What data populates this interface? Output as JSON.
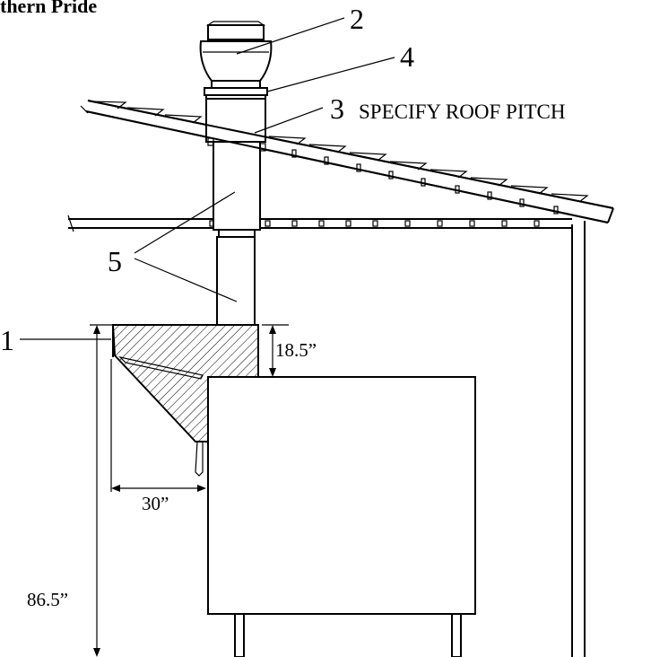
{
  "title": "thern Pride",
  "callouts": {
    "hood": "1",
    "cap": "2",
    "flashing": "3",
    "flashing_note": "SPECIFY ROOF PITCH",
    "storm_collar": "4",
    "duct": "5"
  },
  "dimensions": {
    "hood_height": "18.5”",
    "overhang": "30”",
    "floor_to_top": "86.5”"
  }
}
